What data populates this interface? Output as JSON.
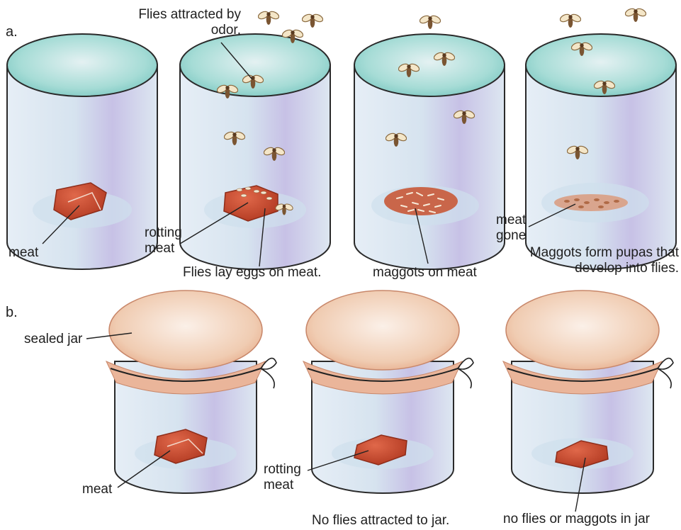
{
  "panel_a": {
    "label": "a.",
    "flies_attracted": "Flies attracted by odor.",
    "jar1_meat": "meat",
    "jar2_rotting": "rotting meat",
    "jar2_eggs": "Flies lay eggs on meat.",
    "jar3_maggots": "maggots on meat",
    "jar4_gone": "meat gone",
    "jar4_pupas": "Maggots form pupas that develop into flies."
  },
  "panel_b": {
    "label": "b.",
    "sealed_jar": "sealed jar",
    "jar1_meat": "meat",
    "jar2_rotting": "rotting meat",
    "jar2_no_flies": "No flies attracted to jar.",
    "jar3_no_flies_maggots": "no flies or maggots in jar"
  },
  "colors": {
    "glass_rim": "#7fcfc9",
    "glass_body": "#d9e4ef",
    "glass_shade": "#b3a7da",
    "meat": "#c8452e",
    "lid": "#efc3a5",
    "line": "#222222"
  }
}
